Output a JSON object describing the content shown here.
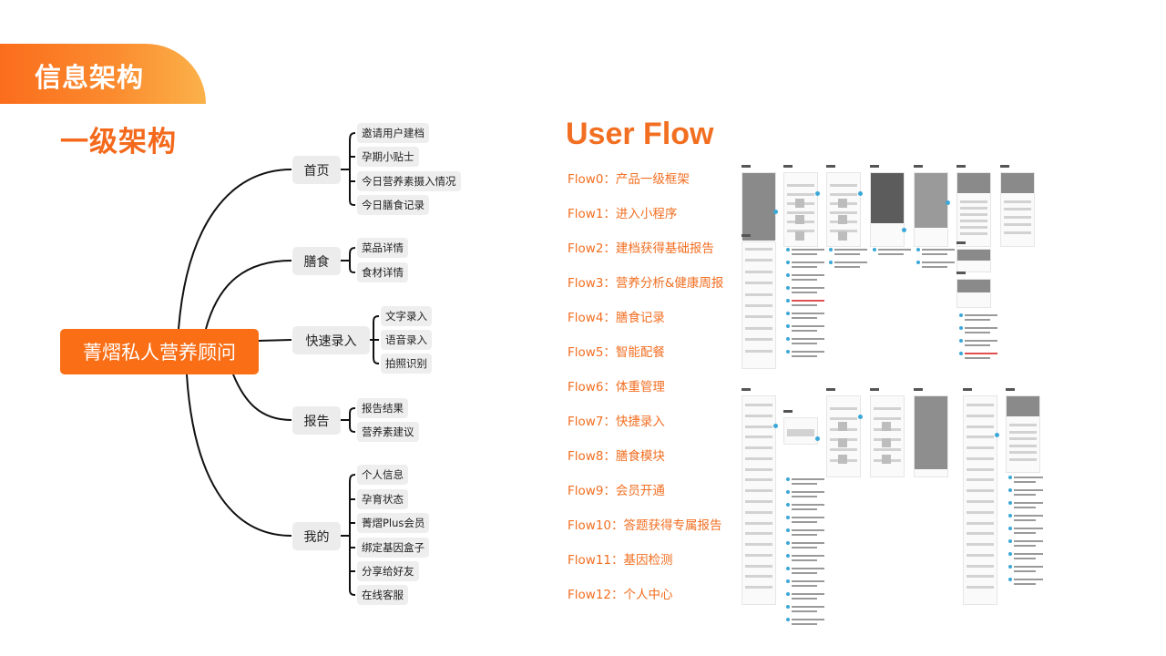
{
  "header": {
    "section_title": "信息架构",
    "subtitle": "一级架构"
  },
  "mindmap": {
    "root": "菁熠私人营养顾问",
    "branches": [
      {
        "label": "首页",
        "children": [
          "邀请用户建档",
          "孕期小贴士",
          "今日营养素摄入情况",
          "今日膳食记录"
        ]
      },
      {
        "label": "膳食",
        "children": [
          "菜品详情",
          "食材详情"
        ]
      },
      {
        "label": "快速录入",
        "children": [
          "文字录入",
          "语音录入",
          "拍照识别"
        ]
      },
      {
        "label": "报告",
        "children": [
          "报告结果",
          "营养素建议"
        ]
      },
      {
        "label": "我的",
        "children": [
          "个人信息",
          "孕育状态",
          "菁熠Plus会员",
          "绑定基因盒子",
          "分享给好友",
          "在线客服"
        ]
      }
    ]
  },
  "user_flow": {
    "title": "User Flow",
    "items": [
      {
        "id": "Flow0：",
        "name": "产品一级框架"
      },
      {
        "id": "Flow1：",
        "name": "进入小程序"
      },
      {
        "id": "Flow2：",
        "name": "建档获得基础报告"
      },
      {
        "id": "Flow3：",
        "name": "营养分析&健康周报"
      },
      {
        "id": "Flow4：",
        "name": "膳食记录"
      },
      {
        "id": "Flow5：",
        "name": "智能配餐"
      },
      {
        "id": "Flow6：",
        "name": "体重管理"
      },
      {
        "id": "Flow7：",
        "name": "快捷录入"
      },
      {
        "id": "Flow8：",
        "name": "膳食模块"
      },
      {
        "id": "Flow9：",
        "name": "会员开通"
      },
      {
        "id": "Flow10：",
        "name": "答题获得专属报告"
      },
      {
        "id": "Flow11：",
        "name": "基因检测"
      },
      {
        "id": "Flow12：",
        "name": "个人中心"
      }
    ]
  },
  "colors": {
    "accent": "#f26f22",
    "root_node": "#fa6e16",
    "node_bg": "#ececec",
    "annotation_dot": "#3aa8d8"
  }
}
